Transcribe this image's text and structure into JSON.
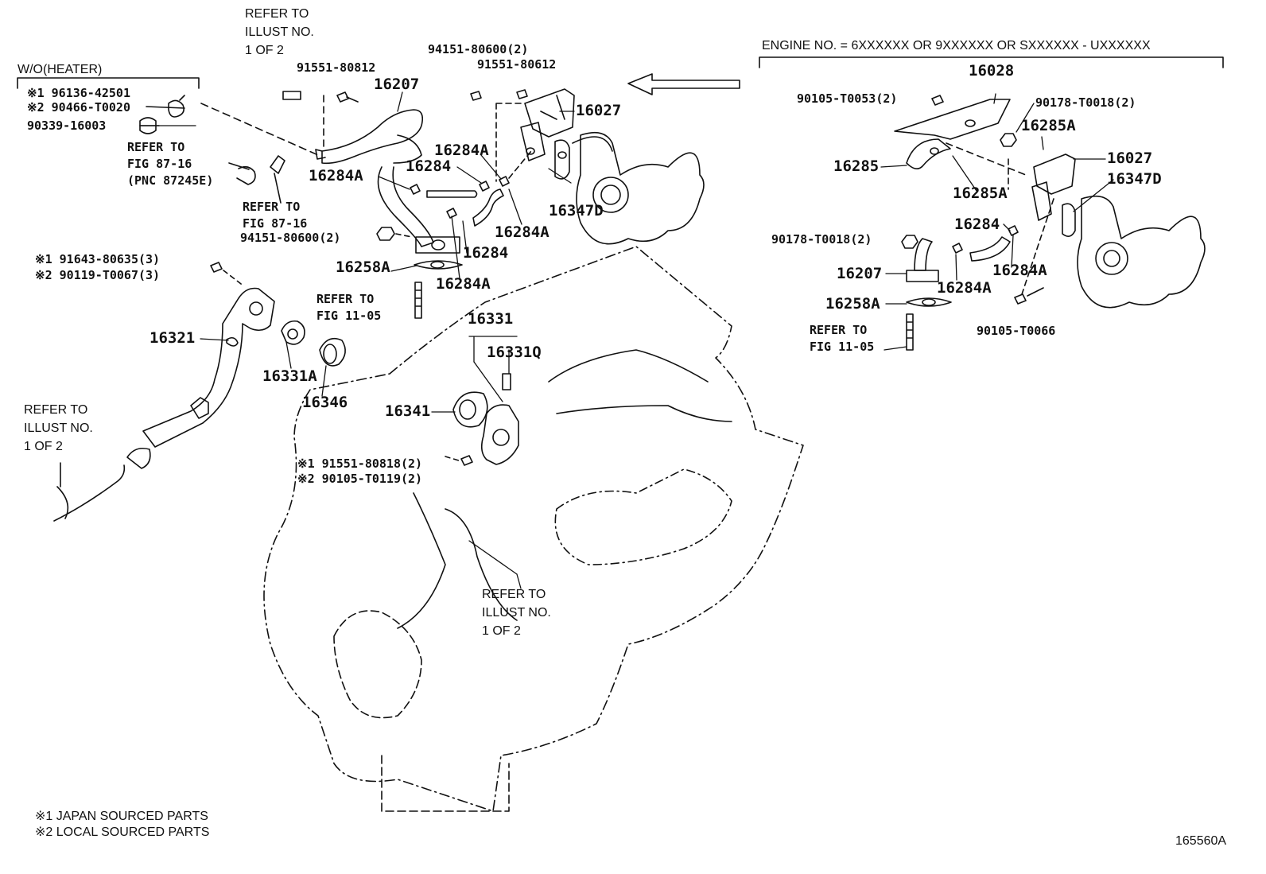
{
  "diagram": {
    "left": {
      "wo_heater": "W/O(HEATER)",
      "p96136": "※1 96136-42501",
      "p90466": "※2 90466-T0020",
      "p90339": "90339-16003",
      "ref87_l1": "REFER TO",
      "ref87_l2": "FIG 87-16",
      "ref87_l3": "(PNC 87245E)",
      "ref87b_l1": "REFER TO",
      "ref87b_l2": "FIG 87-16",
      "p91643": "※1 91643-80635(3)",
      "p90119": "※2 90119-T0067(3)",
      "p16321": "16321",
      "illust_l1": "REFER TO",
      "illust_l2": "ILLUST NO.",
      "illust_l3": "1 OF 2"
    },
    "top": {
      "illust_l1": "REFER TO",
      "illust_l2": "ILLUST NO.",
      "illust_l3": "1 OF 2",
      "p91551_80812": "91551-80812",
      "p16207": "16207",
      "p94151_top": "94151-80600(2)",
      "p91551_80612": "91551-80612",
      "p16027": "16027",
      "p16284A_a": "16284A",
      "p16284_a": "16284",
      "p16284A_b": "16284A",
      "p16347D": "16347D",
      "p16284A_c": "16284A",
      "p16284_b": "16284",
      "p94151_mid": "94151-80600(2)",
      "p16258A": "16258A",
      "p16284A_d": "16284A"
    },
    "center": {
      "ref11_l1": "REFER TO",
      "ref11_l2": "FIG 11-05",
      "p16331A": "16331A",
      "p16346": "16346",
      "p16331": "16331",
      "p16331Q": "16331Q",
      "p16341": "16341",
      "p91551_80818": "※1 91551-80818(2)",
      "p90105_T0119": "※2 90105-T0119(2)",
      "illust_l1": "REFER TO",
      "illust_l2": "ILLUST NO.",
      "illust_l3": "1 OF 2"
    },
    "right": {
      "engine_no": "ENGINE NO. = 6XXXXXX OR 9XXXXXX OR SXXXXXX - UXXXXXX",
      "p16028": "16028",
      "p90105_T0053": "90105-T0053(2)",
      "p90178_top": "90178-T0018(2)",
      "p16285A_a": "16285A",
      "p16027": "16027",
      "p16347D": "16347D",
      "p16285": "16285",
      "p16285A_b": "16285A",
      "p16284": "16284",
      "p90178_mid": "90178-T0018(2)",
      "p16284A_a": "16284A",
      "p16207": "16207",
      "p16284A_b": "16284A",
      "p16258A": "16258A",
      "p90105_T0066": "90105-T0066",
      "ref11_l1": "REFER TO",
      "ref11_l2": "FIG 11-05"
    },
    "footer": {
      "note1": "※1 JAPAN SOURCED PARTS",
      "note2": "※2 LOCAL SOURCED PARTS",
      "fig_id": "165560A"
    }
  }
}
